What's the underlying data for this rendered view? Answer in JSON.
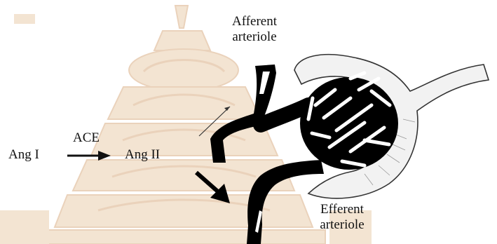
{
  "diagram": {
    "ang1": "Ang I",
    "enzyme": "ACE",
    "ang2": "Ang II",
    "afferent": {
      "line1": "Afferent",
      "line2": "arteriole"
    },
    "efferent": {
      "line1": "Efferent",
      "line2": "arteriole"
    }
  },
  "colors": {
    "ink": "#111111",
    "watermark": "#f3e4d2",
    "watermark_dark": "#ead2bb",
    "capsule_fill": "#f2f2f2"
  },
  "icons": {
    "reaction_arrow": "right-arrow-icon",
    "thin_arrow": "thin-arrow-icon",
    "thick_arrow": "thick-arrow-icon"
  }
}
